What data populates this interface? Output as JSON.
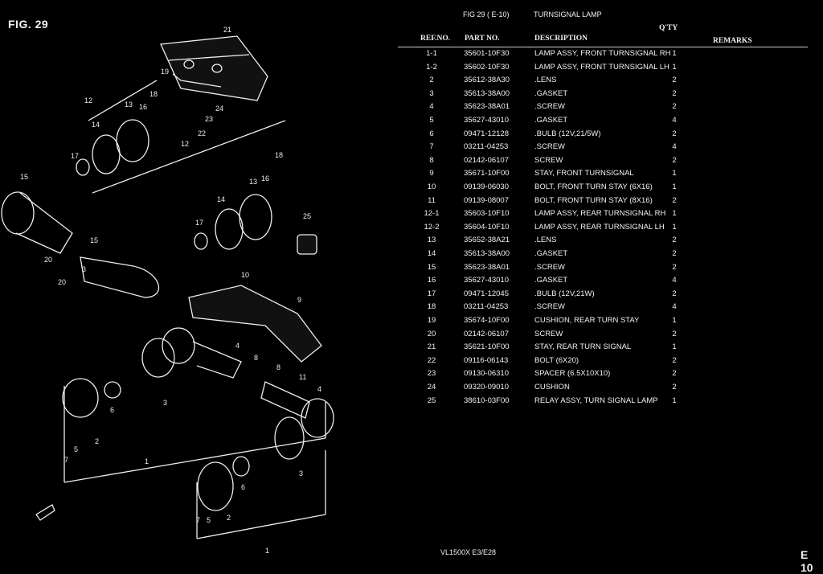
{
  "figure_label": "FIG. 29",
  "header": {
    "fig_ref": "FIG 29 ( E-10)",
    "title": "TURNSIGNAL LAMP",
    "qty_label": "Q'TY",
    "col_ref": "REF.NO.",
    "col_part": "PART NO.",
    "col_desc": "DESCRIPTION",
    "col_remarks": "REMARKS"
  },
  "parts": [
    {
      "ref": "1-1",
      "part": "35601-10F30",
      "desc": "LAMP ASSY, FRONT TURNSIGNAL RH",
      "qty": "1"
    },
    {
      "ref": "1-2",
      "part": "35602-10F30",
      "desc": "LAMP ASSY, FRONT TURNSIGNAL LH",
      "qty": "1"
    },
    {
      "ref": "2",
      "part": "35612-38A30",
      "desc": ".LENS",
      "qty": "2"
    },
    {
      "ref": "3",
      "part": "35613-38A00",
      "desc": ".GASKET",
      "qty": "2"
    },
    {
      "ref": "4",
      "part": "35623-38A01",
      "desc": ".SCREW",
      "qty": "2"
    },
    {
      "ref": "5",
      "part": "35627-43010",
      "desc": ".GASKET",
      "qty": "4"
    },
    {
      "ref": "6",
      "part": "09471-12128",
      "desc": ".BULB (12V,21/5W)",
      "qty": "2"
    },
    {
      "ref": "7",
      "part": "03211-04253",
      "desc": ".SCREW",
      "qty": "4"
    },
    {
      "ref": "8",
      "part": "02142-06107",
      "desc": "SCREW",
      "qty": "2"
    },
    {
      "ref": "9",
      "part": "35671-10F00",
      "desc": "STAY, FRONT TURNSIGNAL",
      "qty": "1"
    },
    {
      "ref": "10",
      "part": "09139-06030",
      "desc": "BOLT, FRONT TURN STAY (6X16)",
      "qty": "1"
    },
    {
      "ref": "11",
      "part": "09139-08007",
      "desc": "BOLT, FRONT TURN STAY (8X16)",
      "qty": "2"
    },
    {
      "ref": "12-1",
      "part": "35603-10F10",
      "desc": "LAMP ASSY, REAR TURNSIGNAL RH",
      "qty": "1"
    },
    {
      "ref": "12-2",
      "part": "35604-10F10",
      "desc": "LAMP ASSY, REAR TURNSIGNAL LH",
      "qty": "1"
    },
    {
      "ref": "13",
      "part": "35652-38A21",
      "desc": ".LENS",
      "qty": "2"
    },
    {
      "ref": "14",
      "part": "35613-38A00",
      "desc": ".GASKET",
      "qty": "2"
    },
    {
      "ref": "15",
      "part": "35623-38A01",
      "desc": ".SCREW",
      "qty": "2"
    },
    {
      "ref": "16",
      "part": "35627-43010",
      "desc": ".GASKET",
      "qty": "4"
    },
    {
      "ref": "17",
      "part": "09471-12045",
      "desc": ".BULB (12V,21W)",
      "qty": "2"
    },
    {
      "ref": "18",
      "part": "03211-04253",
      "desc": ".SCREW",
      "qty": "4"
    },
    {
      "ref": "19",
      "part": "35674-10F00",
      "desc": "CUSHION, REAR TURN STAY",
      "qty": "1"
    },
    {
      "ref": "20",
      "part": "02142-06107",
      "desc": "SCREW",
      "qty": "2"
    },
    {
      "ref": "21",
      "part": "35621-10F00",
      "desc": "STAY, REAR TURN SIGNAL",
      "qty": "1"
    },
    {
      "ref": "22",
      "part": "09116-06143",
      "desc": "BOLT (6X20)",
      "qty": "2"
    },
    {
      "ref": "23",
      "part": "09130-06310",
      "desc": "SPACER (6.5X10X10)",
      "qty": "2"
    },
    {
      "ref": "24",
      "part": "09320-09010",
      "desc": "CUSHION",
      "qty": "2"
    },
    {
      "ref": "25",
      "part": "38610-03F00",
      "desc": "RELAY ASSY, TURN SIGNAL LAMP",
      "qty": "1"
    }
  ],
  "footer": "VL1500X  E3/E28",
  "page_number": "E 10",
  "diagram_callouts": [
    "21",
    "19",
    "18",
    "13",
    "16",
    "12",
    "14",
    "24",
    "23",
    "22",
    "17",
    "15",
    "12",
    "18",
    "13",
    "16",
    "14",
    "25",
    "17",
    "15",
    "20",
    "3",
    "20",
    "10",
    "9",
    "4",
    "8",
    "8",
    "11",
    "4",
    "6",
    "3",
    "2",
    "7",
    "5",
    "1",
    "6",
    "3",
    "7",
    "5",
    "2",
    "1"
  ]
}
